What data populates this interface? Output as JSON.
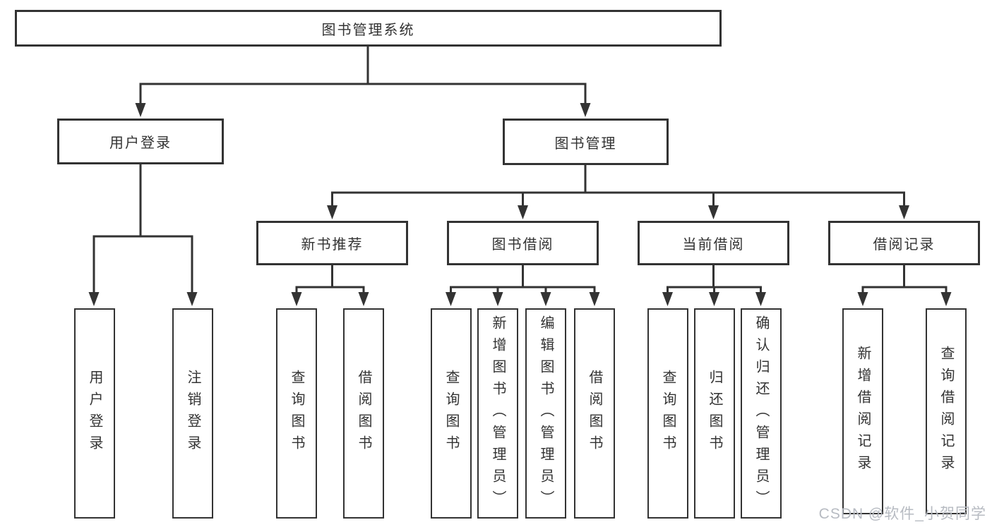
{
  "diagram": {
    "root": {
      "label": "图书管理系统"
    },
    "branches": [
      {
        "label": "用户登录",
        "children": [
          "用户登录",
          "注销登录"
        ]
      },
      {
        "label": "图书管理",
        "modules": [
          {
            "label": "新书推荐",
            "children": [
              "查询图书",
              "借阅图书"
            ]
          },
          {
            "label": "图书借阅",
            "children": [
              "查询图书",
              "新增图书（管理员）",
              "编辑图书（管理员）",
              "借阅图书"
            ]
          },
          {
            "label": "当前借阅",
            "children": [
              "查询图书",
              "归还图书",
              "确认归还（管理员）"
            ]
          },
          {
            "label": "借阅记录",
            "children": [
              "新增借阅记录",
              "查询借阅记录"
            ]
          }
        ]
      }
    ]
  },
  "watermark": {
    "text": "CSDN @软件_小贺同学"
  },
  "colors": {
    "line": "#333333",
    "box_border": "#333333",
    "text": "#333333",
    "background": "#ffffff",
    "watermark": "#b7bbc2"
  }
}
